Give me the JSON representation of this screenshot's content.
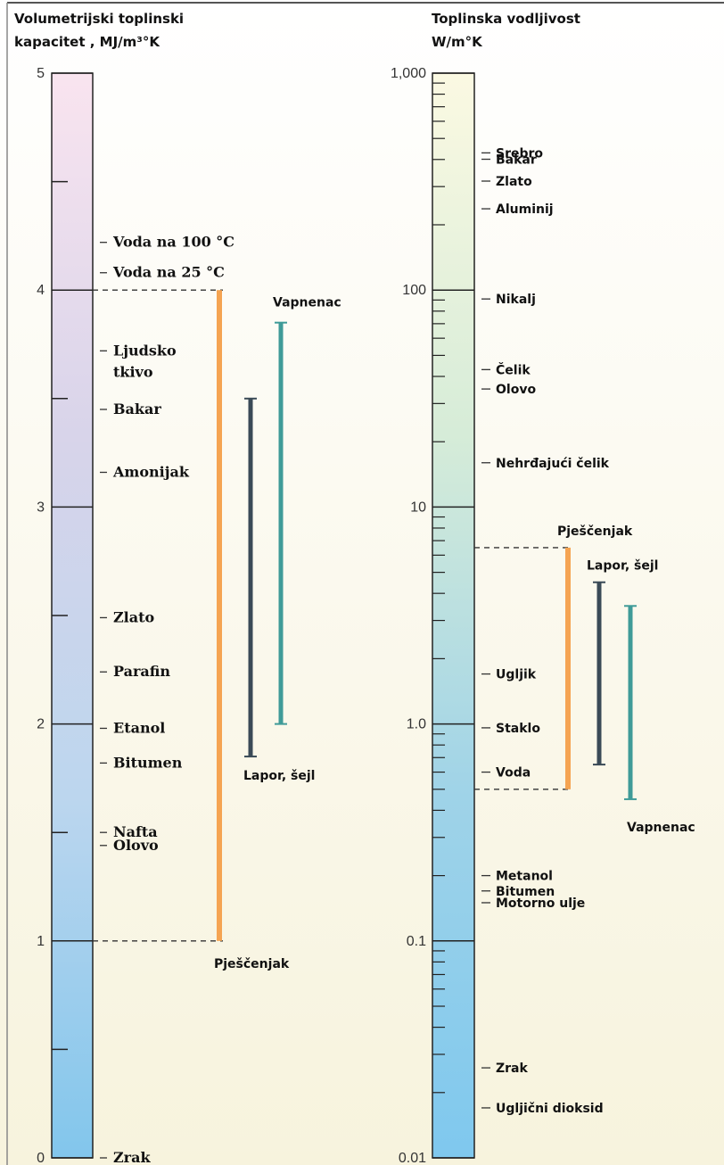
{
  "chart_data": [
    {
      "type": "scale",
      "title_lines": [
        "Volumetrijski toplinski",
        "kapacitet , MJ/m³°K"
      ],
      "scale": "linear",
      "ylim": [
        0,
        5
      ],
      "tick_labels": [
        "0",
        "1",
        "2",
        "3",
        "4",
        "5"
      ],
      "gradient": [
        "#f9e4ef",
        "#d8d4ea",
        "#bcd6ee",
        "#82c6ec"
      ],
      "materials": [
        {
          "name": "Voda na 100 °C",
          "value": 4.22
        },
        {
          "name": "Voda na 25 °C",
          "value": 4.08
        },
        {
          "name": "Ljudsko",
          "name2": "tkivo",
          "value": 3.72
        },
        {
          "name": "Bakar",
          "value": 3.45
        },
        {
          "name": "Amonijak",
          "value": 3.16
        },
        {
          "name": "Zlato",
          "value": 2.49
        },
        {
          "name": "Parafin",
          "value": 2.24
        },
        {
          "name": "Etanol",
          "value": 1.98
        },
        {
          "name": "Bitumen",
          "value": 1.82
        },
        {
          "name": "Nafta",
          "value": 1.5
        },
        {
          "name": "Olovo",
          "value": 1.44
        },
        {
          "name": "Zrak",
          "value": 0.0
        }
      ],
      "ranges": [
        {
          "name": "Pješčenjak",
          "min": 1.0,
          "max": 4.0,
          "color": "#f5a452",
          "dashed": true
        },
        {
          "name": "Lapor, šejl",
          "min": 1.85,
          "max": 3.5,
          "color": "#3a4a57",
          "dashed": false
        },
        {
          "name": "Vapnenac",
          "min": 2.0,
          "max": 3.85,
          "color": "#3f9b98",
          "dashed": false
        }
      ]
    },
    {
      "type": "scale",
      "title_lines": [
        "Toplinska vodljivost",
        "W/m°K"
      ],
      "scale": "log",
      "ylim": [
        0.01,
        1000
      ],
      "tick_labels": [
        "0.01",
        "0.1",
        "1.0",
        "10",
        "100",
        "1,000"
      ],
      "gradient": [
        "#fbf9e2",
        "#d6ecd8",
        "#9fd3e8",
        "#7fc8ee"
      ],
      "materials": [
        {
          "name": "Srebro",
          "value": 429
        },
        {
          "name": "Bakar",
          "value": 401
        },
        {
          "name": "Zlato",
          "value": 318
        },
        {
          "name": "Aluminij",
          "value": 237
        },
        {
          "name": "Nikalj",
          "value": 91
        },
        {
          "name": "Čelik",
          "value": 43
        },
        {
          "name": "Olovo",
          "value": 35
        },
        {
          "name": "Nehrđajući čelik",
          "value": 16
        },
        {
          "name": "Ugljik",
          "value": 1.7
        },
        {
          "name": "Staklo",
          "value": 0.96
        },
        {
          "name": "Voda",
          "value": 0.6
        },
        {
          "name": "Metanol",
          "value": 0.2
        },
        {
          "name": "Bitumen",
          "value": 0.17
        },
        {
          "name": "Motorno ulje",
          "value": 0.15
        },
        {
          "name": "Zrak",
          "value": 0.026
        },
        {
          "name": "Ugljični dioksid",
          "value": 0.017
        }
      ],
      "ranges": [
        {
          "name": "Pješčenjak",
          "min": 0.5,
          "max": 6.5,
          "color": "#f5a452",
          "dashed": true
        },
        {
          "name": "Lapor, šejl",
          "min": 0.65,
          "max": 4.5,
          "color": "#3a4a57",
          "dashed": false
        },
        {
          "name": "Vapnenac",
          "min": 0.45,
          "max": 3.5,
          "color": "#3f9b98",
          "dashed": false
        }
      ]
    }
  ]
}
